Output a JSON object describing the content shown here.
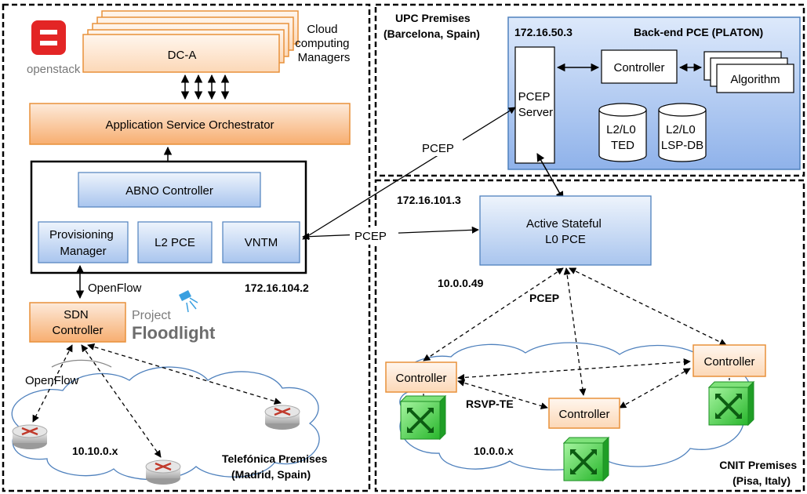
{
  "left": {
    "openstack_text": "openstack",
    "dc_label": "DC-A",
    "cloud_managers": [
      "Cloud",
      "computing",
      "Managers"
    ],
    "aso": "Application Service Orchestrator",
    "abno": "ABNO Controller",
    "prov_mgr": [
      "Provisioning",
      "Manager"
    ],
    "l2pce": "L2 PCE",
    "vntm": "VNTM",
    "openflow_top": "OpenFlow",
    "abno_ip": "172.16.104.2",
    "sdn": [
      "SDN",
      "Controller"
    ],
    "floodlight": [
      "Project",
      "Floodlight"
    ],
    "openflow_bottom": "OpenFlow",
    "subnet": "10.10.0.x",
    "premises": [
      "Telefónica Premises",
      "(Madrid, Spain)"
    ]
  },
  "upc": {
    "premises": [
      "UPC Premises",
      "(Barcelona, Spain)"
    ],
    "ip": "172.16.50.3",
    "title": "Back-end PCE (PLATON)",
    "controller": "Controller",
    "algorithm": "Algorithm",
    "pcep_server": [
      "PCEP",
      "Server"
    ],
    "ted": [
      "L2/L0",
      "TED"
    ],
    "lspdb": [
      "L2/L0",
      "LSP-DB"
    ]
  },
  "links": {
    "pcep_upper": "PCEP",
    "pcep_middle": "PCEP",
    "pcep_lower": "PCEP",
    "rsvp": "RSVP-TE"
  },
  "cnit": {
    "ip": "172.16.101.3",
    "active_pce": [
      "Active Stateful",
      "L0 PCE"
    ],
    "ip2": "10.0.0.49",
    "controller_left": "Controller",
    "controller_mid": "Controller",
    "controller_right": "Controller",
    "subnet": "10.0.0.x",
    "premises": [
      "CNIT Premises",
      "(Pisa, Italy)"
    ]
  },
  "colors": {
    "orange_top": "#fde5cf",
    "orange_bottom": "#f6a35e",
    "orange_border": "#e8913a",
    "blue_top": "#eaf1fb",
    "blue_bottom": "#a6c3ec",
    "blue_border": "#4f81bd",
    "router": "#c0392b",
    "switch": "#2ecc40"
  }
}
